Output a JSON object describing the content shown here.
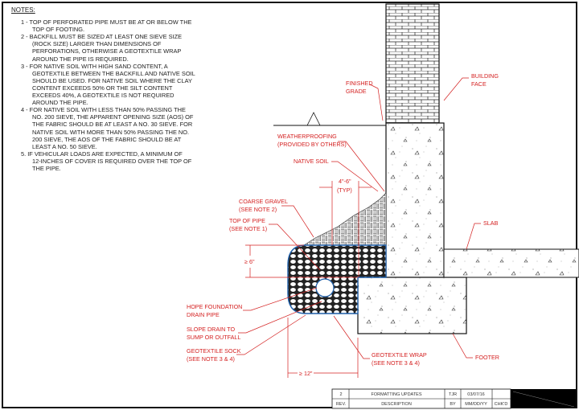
{
  "notes": {
    "title": "NOTES:",
    "items": [
      {
        "lines": [
          "1 - TOP OF PERFORATED PIPE MUST BE AT OR BELOW THE",
          "TOP OF FOOTING."
        ]
      },
      {
        "lines": [
          "2 - BACKFILL MUST BE SIZED AT LEAST ONE SIEVE SIZE",
          "(ROCK SIZE) LARGER THAN DIMENSIONS OF",
          "PERFORATIONS, OTHERWISE A GEOTEXTILE WRAP",
          "AROUND THE PIPE IS REQUIRED."
        ]
      },
      {
        "lines": [
          "3 - FOR NATIVE SOIL WITH HIGH SAND CONTENT, A",
          "GEOTEXTILE BETWEEN THE BACKFILL AND NATIVE SOIL",
          "SHOULD BE USED. FOR NATIVE SOIL WHERE THE CLAY",
          "CONTENT EXCEEDS 50% OR THE SILT CONTENT",
          "EXCEEDS 40%, A GEOTEXTILE IS NOT REQUIRED",
          "AROUND THE PIPE."
        ]
      },
      {
        "lines": [
          "4 - FOR NATIVE SOIL WITH LESS THAN 50% PASSING THE",
          "NO. 200 SIEVE, THE APPARENT OPENING SIZE (AOS) OF",
          "THE FABRIC SHOULD BE AT LEAST A NO. 30 SIEVE. FOR",
          "NATIVE SOIL WITH MORE THAN 50% PASSING THE NO.",
          "200 SIEVE, THE AOS OF THE FABRIC SHOULD BE AT",
          "LEAST A NO. 50 SIEVE."
        ]
      },
      {
        "lines": [
          "5.  IF VEHICULAR LOADS ARE EXPECTED, A MINIMUM OF",
          "12-INCHES OF COVER IS REQUIRED OVER THE TOP OF",
          "THE PIPE."
        ]
      }
    ]
  },
  "labels": {
    "finished_grade": [
      "FINISHED",
      "GRADE"
    ],
    "building_face": [
      "BUILDING",
      "FACE"
    ],
    "weatherproofing": [
      "WEATHERPROOFING",
      "(PROVIDED BY OTHERS)"
    ],
    "native_soil": [
      "NATIVE SOIL"
    ],
    "spacing": [
      "4\"-6\"",
      "(TYP)"
    ],
    "coarse_gravel": [
      "COARSE GRAVEL",
      "(SEE NOTE 2)"
    ],
    "top_of_pipe": [
      "TOP OF PIPE",
      "(SEE NOTE 1)"
    ],
    "min_cover": [
      "≥ 6\""
    ],
    "slab": [
      "SLAB"
    ],
    "drain_pipe": [
      "HOPE FOUNDATION",
      "DRAIN PIPE"
    ],
    "slope_drain": [
      "SLOPE DRAIN TO",
      "SUMP OR OUTFALL"
    ],
    "geotextile_sock": [
      "GEOTEXTILE SOCK",
      "(SEE NOTE 3 & 4)"
    ],
    "geotextile_wrap": [
      "GEOTEXTILE WRAP",
      "(SEE NOTE 3 & 4)"
    ],
    "footer": [
      "FOOTER"
    ],
    "min_width": [
      "≥ 12\""
    ]
  },
  "title_block": {
    "rev": "2",
    "description": "FORMATTING UPDATES",
    "by": "TJR",
    "date": "03/07/16",
    "headers": {
      "rev": "REV.",
      "description": "DESCRIPTION",
      "by": "BY",
      "date": "MM/DD/YY",
      "chkd": "CHK'D"
    }
  },
  "colors": {
    "annotation": "#d42020",
    "geotextile": "#1f5fa8",
    "linework": "#111111"
  }
}
